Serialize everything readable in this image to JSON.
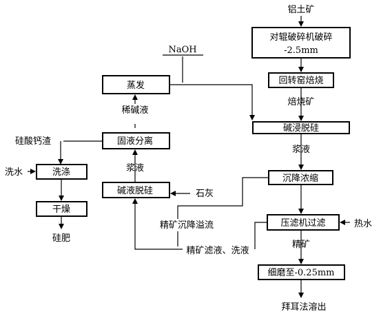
{
  "boxes": {
    "crush": "对辊破碎机破碎",
    "kiln": "回转窑焙烧",
    "alkali_leach": "碱浸脱硅",
    "settle": "沉降浓缩",
    "filter": "压滤机过滤",
    "grind": "细磨至-0.25mm",
    "evaporate": "蒸发",
    "sl_separate": "固液分离",
    "alk_desil": "碱液脱硅",
    "wash": "洗涤",
    "dry": "干燥"
  },
  "labels": {
    "bauxite": "铝土矿",
    "size": "-2.5mm",
    "roasted_ore": "焙烧矿",
    "slurry_right": "浆液",
    "concentrate": "精矿",
    "bayer": "拜耳法溶出",
    "naoh": "NaOH",
    "hot_water": "热水",
    "dilute_alkali": "稀碱液",
    "slurry_left": "浆液",
    "lime": "石灰",
    "overflow": "精矿沉降溢流",
    "filtrate": "精矿滤液、洗液",
    "calcium_silicate": "硅酸钙渣",
    "wash_water": "洗水",
    "silicon_fertilizer": "硅肥"
  }
}
